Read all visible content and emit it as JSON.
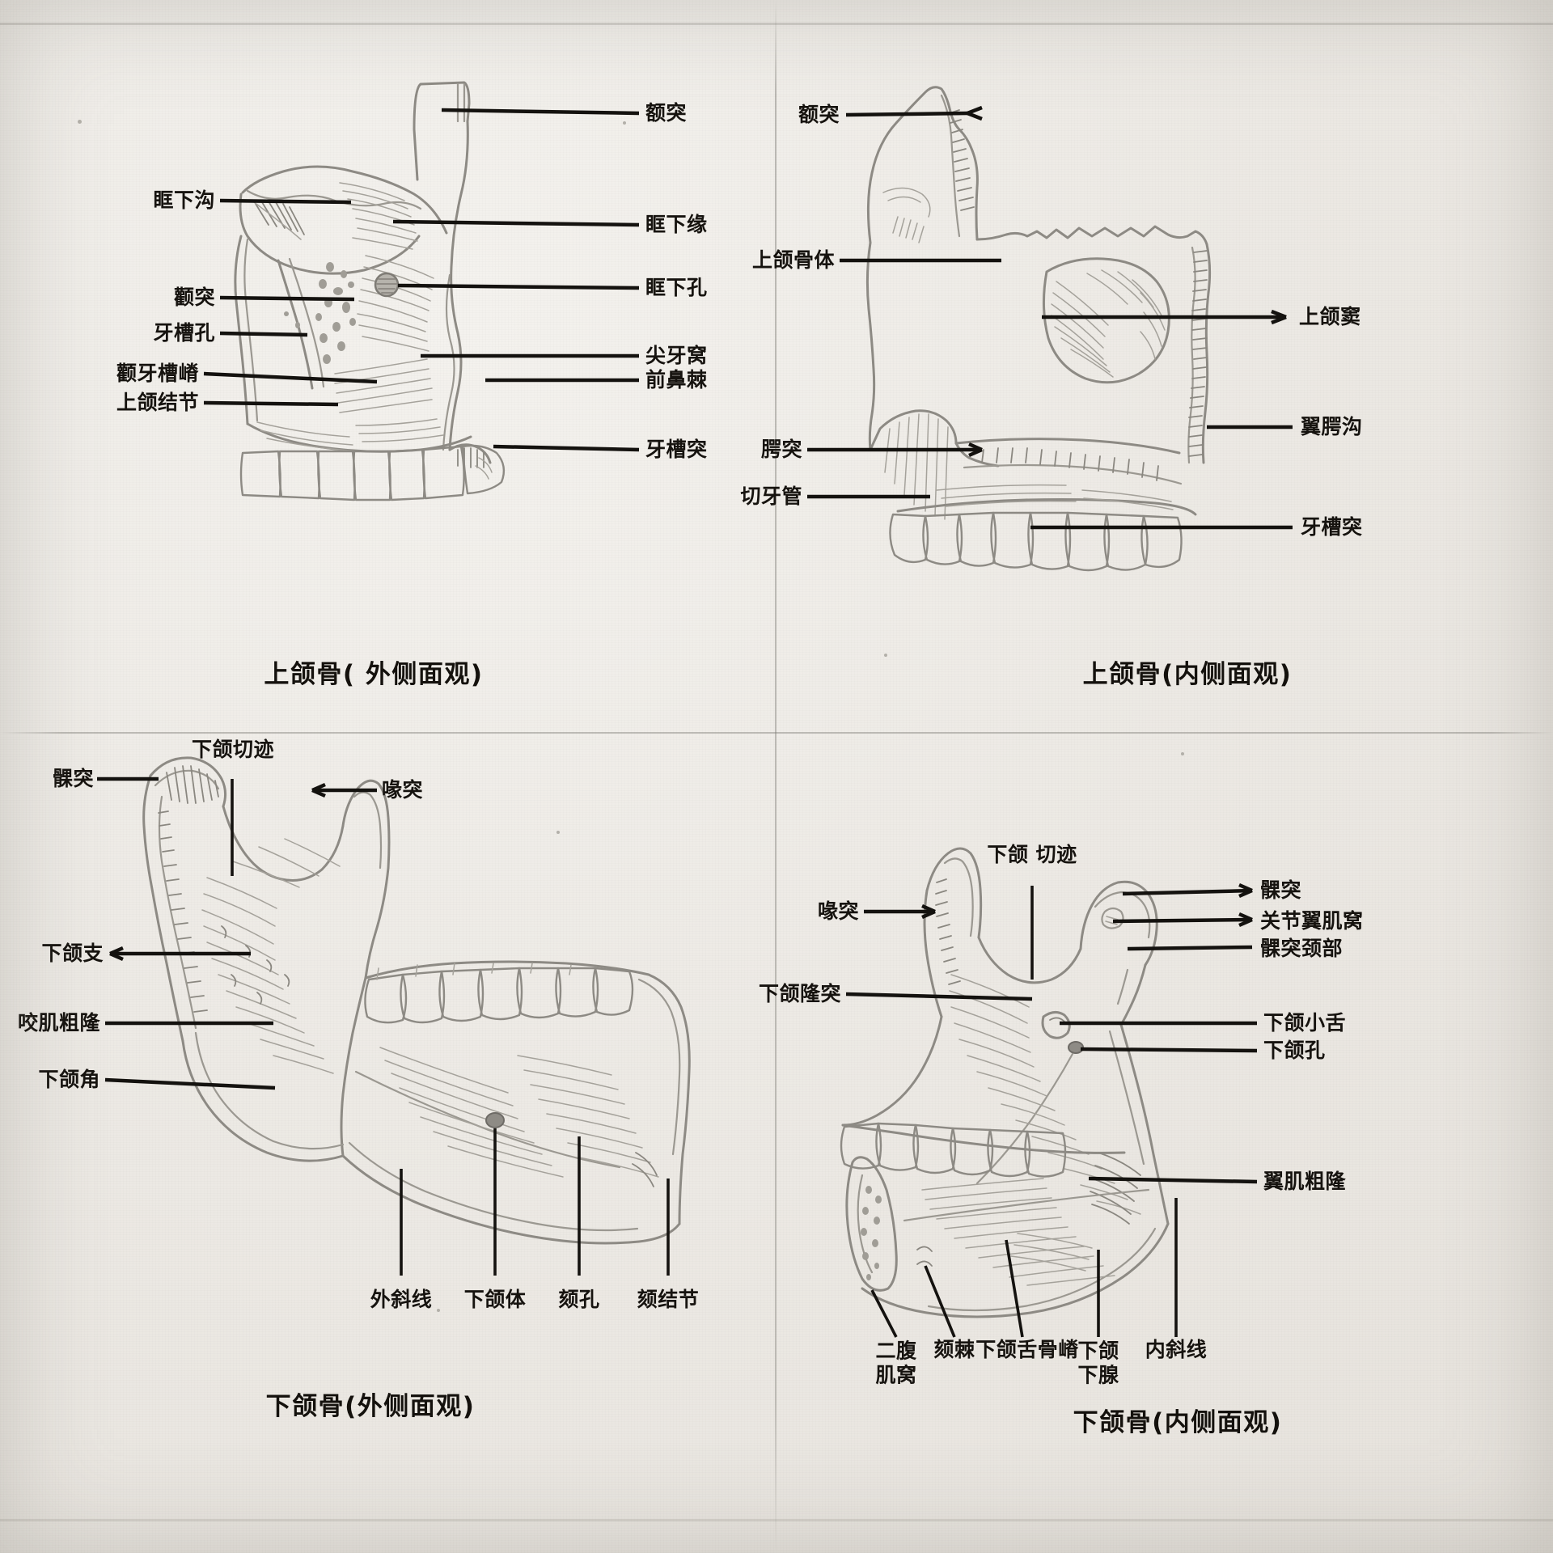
{
  "page": {
    "kind": "hand-drawn anatomy study notes",
    "medium": "pencil sketch with ink labels",
    "language": "zh-CN"
  },
  "panels": [
    {
      "id": "maxilla-lateral",
      "caption": "上颌骨( 外侧面观)",
      "labels": [
        {
          "text": "额突",
          "side": "right"
        },
        {
          "text": "眶下缘",
          "side": "right"
        },
        {
          "text": "眶下孔",
          "side": "right"
        },
        {
          "text": "尖牙窝",
          "side": "right"
        },
        {
          "text": "前鼻棘",
          "side": "right"
        },
        {
          "text": "牙槽突",
          "side": "right"
        },
        {
          "text": "眶下沟",
          "side": "left"
        },
        {
          "text": "颧突",
          "side": "left"
        },
        {
          "text": "牙槽孔",
          "side": "left"
        },
        {
          "text": "颧牙槽嵴",
          "side": "left"
        },
        {
          "text": "上颌结节",
          "side": "left"
        }
      ]
    },
    {
      "id": "maxilla-medial",
      "caption": "上颌骨(内侧面观)",
      "labels": [
        {
          "text": "额突",
          "side": "left"
        },
        {
          "text": "上颌骨体",
          "side": "left"
        },
        {
          "text": "腭突",
          "side": "left"
        },
        {
          "text": "切牙管",
          "side": "left"
        },
        {
          "text": "上颌窦",
          "side": "right"
        },
        {
          "text": "翼腭沟",
          "side": "right"
        },
        {
          "text": "牙槽突",
          "side": "right"
        }
      ]
    },
    {
      "id": "mandible-lateral",
      "caption": "下颌骨(外侧面观)",
      "labels": [
        {
          "text": "髁突",
          "side": "left"
        },
        {
          "text": "下颌切迹",
          "side": "top"
        },
        {
          "text": "喙突",
          "side": "right"
        },
        {
          "text": "下颌支",
          "side": "left"
        },
        {
          "text": "咬肌粗隆",
          "side": "left"
        },
        {
          "text": "下颌角",
          "side": "left"
        },
        {
          "text": "外斜线",
          "side": "bottom"
        },
        {
          "text": "下颌体",
          "side": "bottom"
        },
        {
          "text": "颏孔",
          "side": "bottom"
        },
        {
          "text": "颏结节",
          "side": "bottom"
        }
      ]
    },
    {
      "id": "mandible-medial",
      "caption": "下颌骨(内侧面观)",
      "labels": [
        {
          "text": "下颌 切迹",
          "side": "top"
        },
        {
          "text": "喙突",
          "side": "left"
        },
        {
          "text": "下颌隆突",
          "side": "left"
        },
        {
          "text": "髁突",
          "side": "right"
        },
        {
          "text": "关节翼肌窝",
          "side": "right"
        },
        {
          "text": "髁突颈部",
          "side": "right"
        },
        {
          "text": "下颌小舌",
          "side": "right"
        },
        {
          "text": "下颌孔",
          "side": "right"
        },
        {
          "text": "翼肌粗隆",
          "side": "right"
        },
        {
          "text": "二腹\n肌窝",
          "side": "bottom"
        },
        {
          "text": "颏棘",
          "side": "bottom"
        },
        {
          "text": "下颌舌骨嵴",
          "side": "bottom"
        },
        {
          "text": "下颌\n下腺",
          "side": "bottom"
        },
        {
          "text": "内斜线",
          "side": "bottom"
        }
      ]
    }
  ],
  "colors": {
    "paper": "#efece7",
    "ink": "#16130f",
    "pencil": "#8d8a84",
    "crease": "#78766a"
  }
}
